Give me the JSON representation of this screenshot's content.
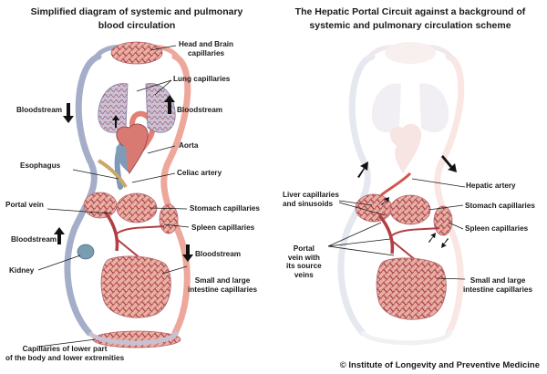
{
  "left_panel": {
    "title_line1": "Simplified diagram of systemic and pulmonary",
    "title_line2": "blood circulation",
    "labels": {
      "head_brain_1": "Head and Brain",
      "head_brain_2": "capillaries",
      "lung": "Lung capillaries",
      "bloodstream_left_top": "Bloodstream",
      "bloodstream_right_top": "Bloodstream",
      "aorta": "Aorta",
      "esophagus": "Esophagus",
      "celiac": "Celiac artery",
      "portal_vein": "Portal vein",
      "stomach": "Stomach capillaries",
      "spleen": "Spleen capillaries",
      "bloodstream_left_bottom": "Bloodstream",
      "bloodstream_right_bottom": "Bloodstream",
      "kidney": "Kidney",
      "intestine_1": "Small and large",
      "intestine_2": "intestine capillaries",
      "lower_1": "Capillaries of lower part",
      "lower_2": "of the body and lower extremities"
    }
  },
  "right_panel": {
    "title_line1": "The Hepatic Portal Circuit against a background of",
    "title_line2": "systemic and pulmonary circulation scheme",
    "labels": {
      "hepatic_artery": "Hepatic artery",
      "liver_1": "Liver capillaries",
      "liver_2": "and sinusoids",
      "stomach": "Stomach capillaries",
      "spleen": "Spleen capillaries",
      "portal_1": "Portal",
      "portal_2": "vein with",
      "portal_3": "its source",
      "portal_4": "veins",
      "intestine_1": "Small and large",
      "intestine_2": "intestine capillaries"
    }
  },
  "copyright": "© Institute of Longevity and Preventive Medicine"
}
